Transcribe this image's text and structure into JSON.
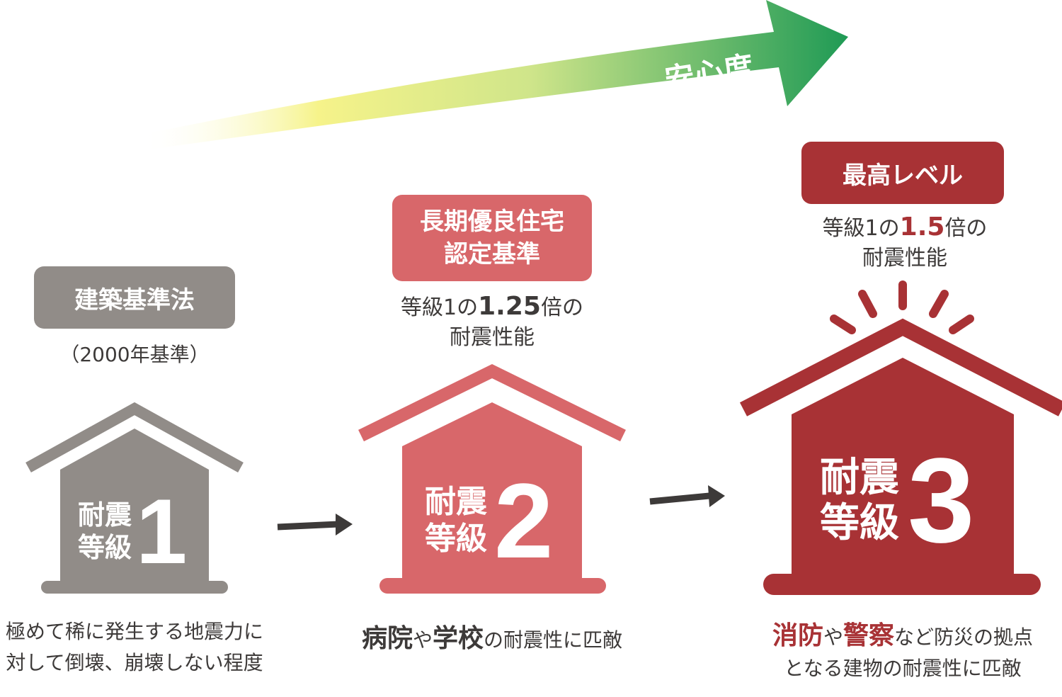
{
  "top_arrow": {
    "label": "安心度",
    "gradient_start": "#f6f38a",
    "gradient_end": "#1f9a55"
  },
  "levels": [
    {
      "badge": [
        "建築基準法"
      ],
      "badge_color": "#918c88",
      "sub": "（2000年基準）",
      "house_color": "#918c88",
      "kanji_1": "耐震",
      "kanji_2": "等級",
      "number": "1",
      "caption_line1": "極めて稀に発生する地震力に",
      "caption_line2": "対して倒壊、崩壊しない程度"
    },
    {
      "badge": [
        "長期優良住宅",
        "認定基準"
      ],
      "badge_color": "#d8676a",
      "desc_pre": "等級1の",
      "desc_bold": "1.25",
      "desc_post": "倍の",
      "desc_line2": "耐震性能",
      "house_color": "#d8676a",
      "kanji_1": "耐震",
      "kanji_2": "等級",
      "number": "2",
      "caption_bold1": "病院",
      "caption_mid": "や",
      "caption_bold2": "学校",
      "caption_rest": "の耐震性に匹敵"
    },
    {
      "badge": [
        "最高レベル"
      ],
      "badge_color": "#a83235",
      "desc_pre": "等級1の",
      "desc_bold": "1.5",
      "desc_post": "倍の",
      "desc_line2": "耐震性能",
      "house_color": "#a83235",
      "kanji_1": "耐震",
      "kanji_2": "等級",
      "number": "3",
      "caption_bold1": "消防",
      "caption_mid": "や",
      "caption_bold2": "警察",
      "caption_rest": "など防災の拠点",
      "caption_line2": "となる建物の耐震性に匹敵"
    }
  ],
  "arrow_color": "#3d3a39"
}
